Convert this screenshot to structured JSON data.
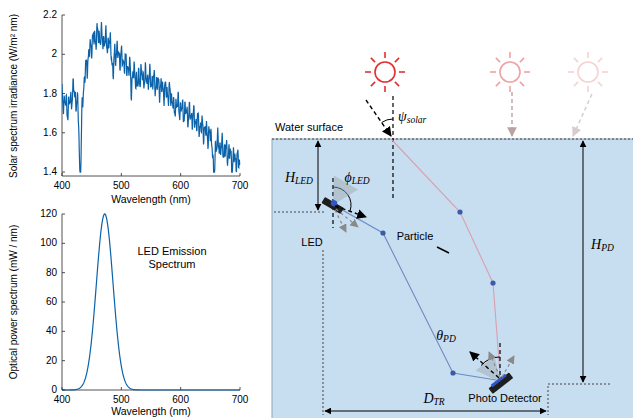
{
  "diagram": {
    "labels": [
      "Solar spectrum irradiance (W/m² nm)",
      "2.2",
      "2",
      "1.8",
      "1.6",
      "1.4",
      "400",
      "500",
      "600",
      "700",
      "Wavelength (nm)",
      "Optical power spectrum (mW / nm)",
      "120",
      "100",
      "80",
      "60",
      "40",
      "20",
      "0",
      "400",
      "500",
      "600",
      "700",
      "Wavelength (nm)",
      "LED Emission Spectrum",
      "Water surface",
      "HLED",
      "ϕLED",
      "ψsolar",
      "Particle",
      "LED",
      "θPD",
      "HPD",
      "Photo Detector",
      "DTR"
    ]
  }
}
